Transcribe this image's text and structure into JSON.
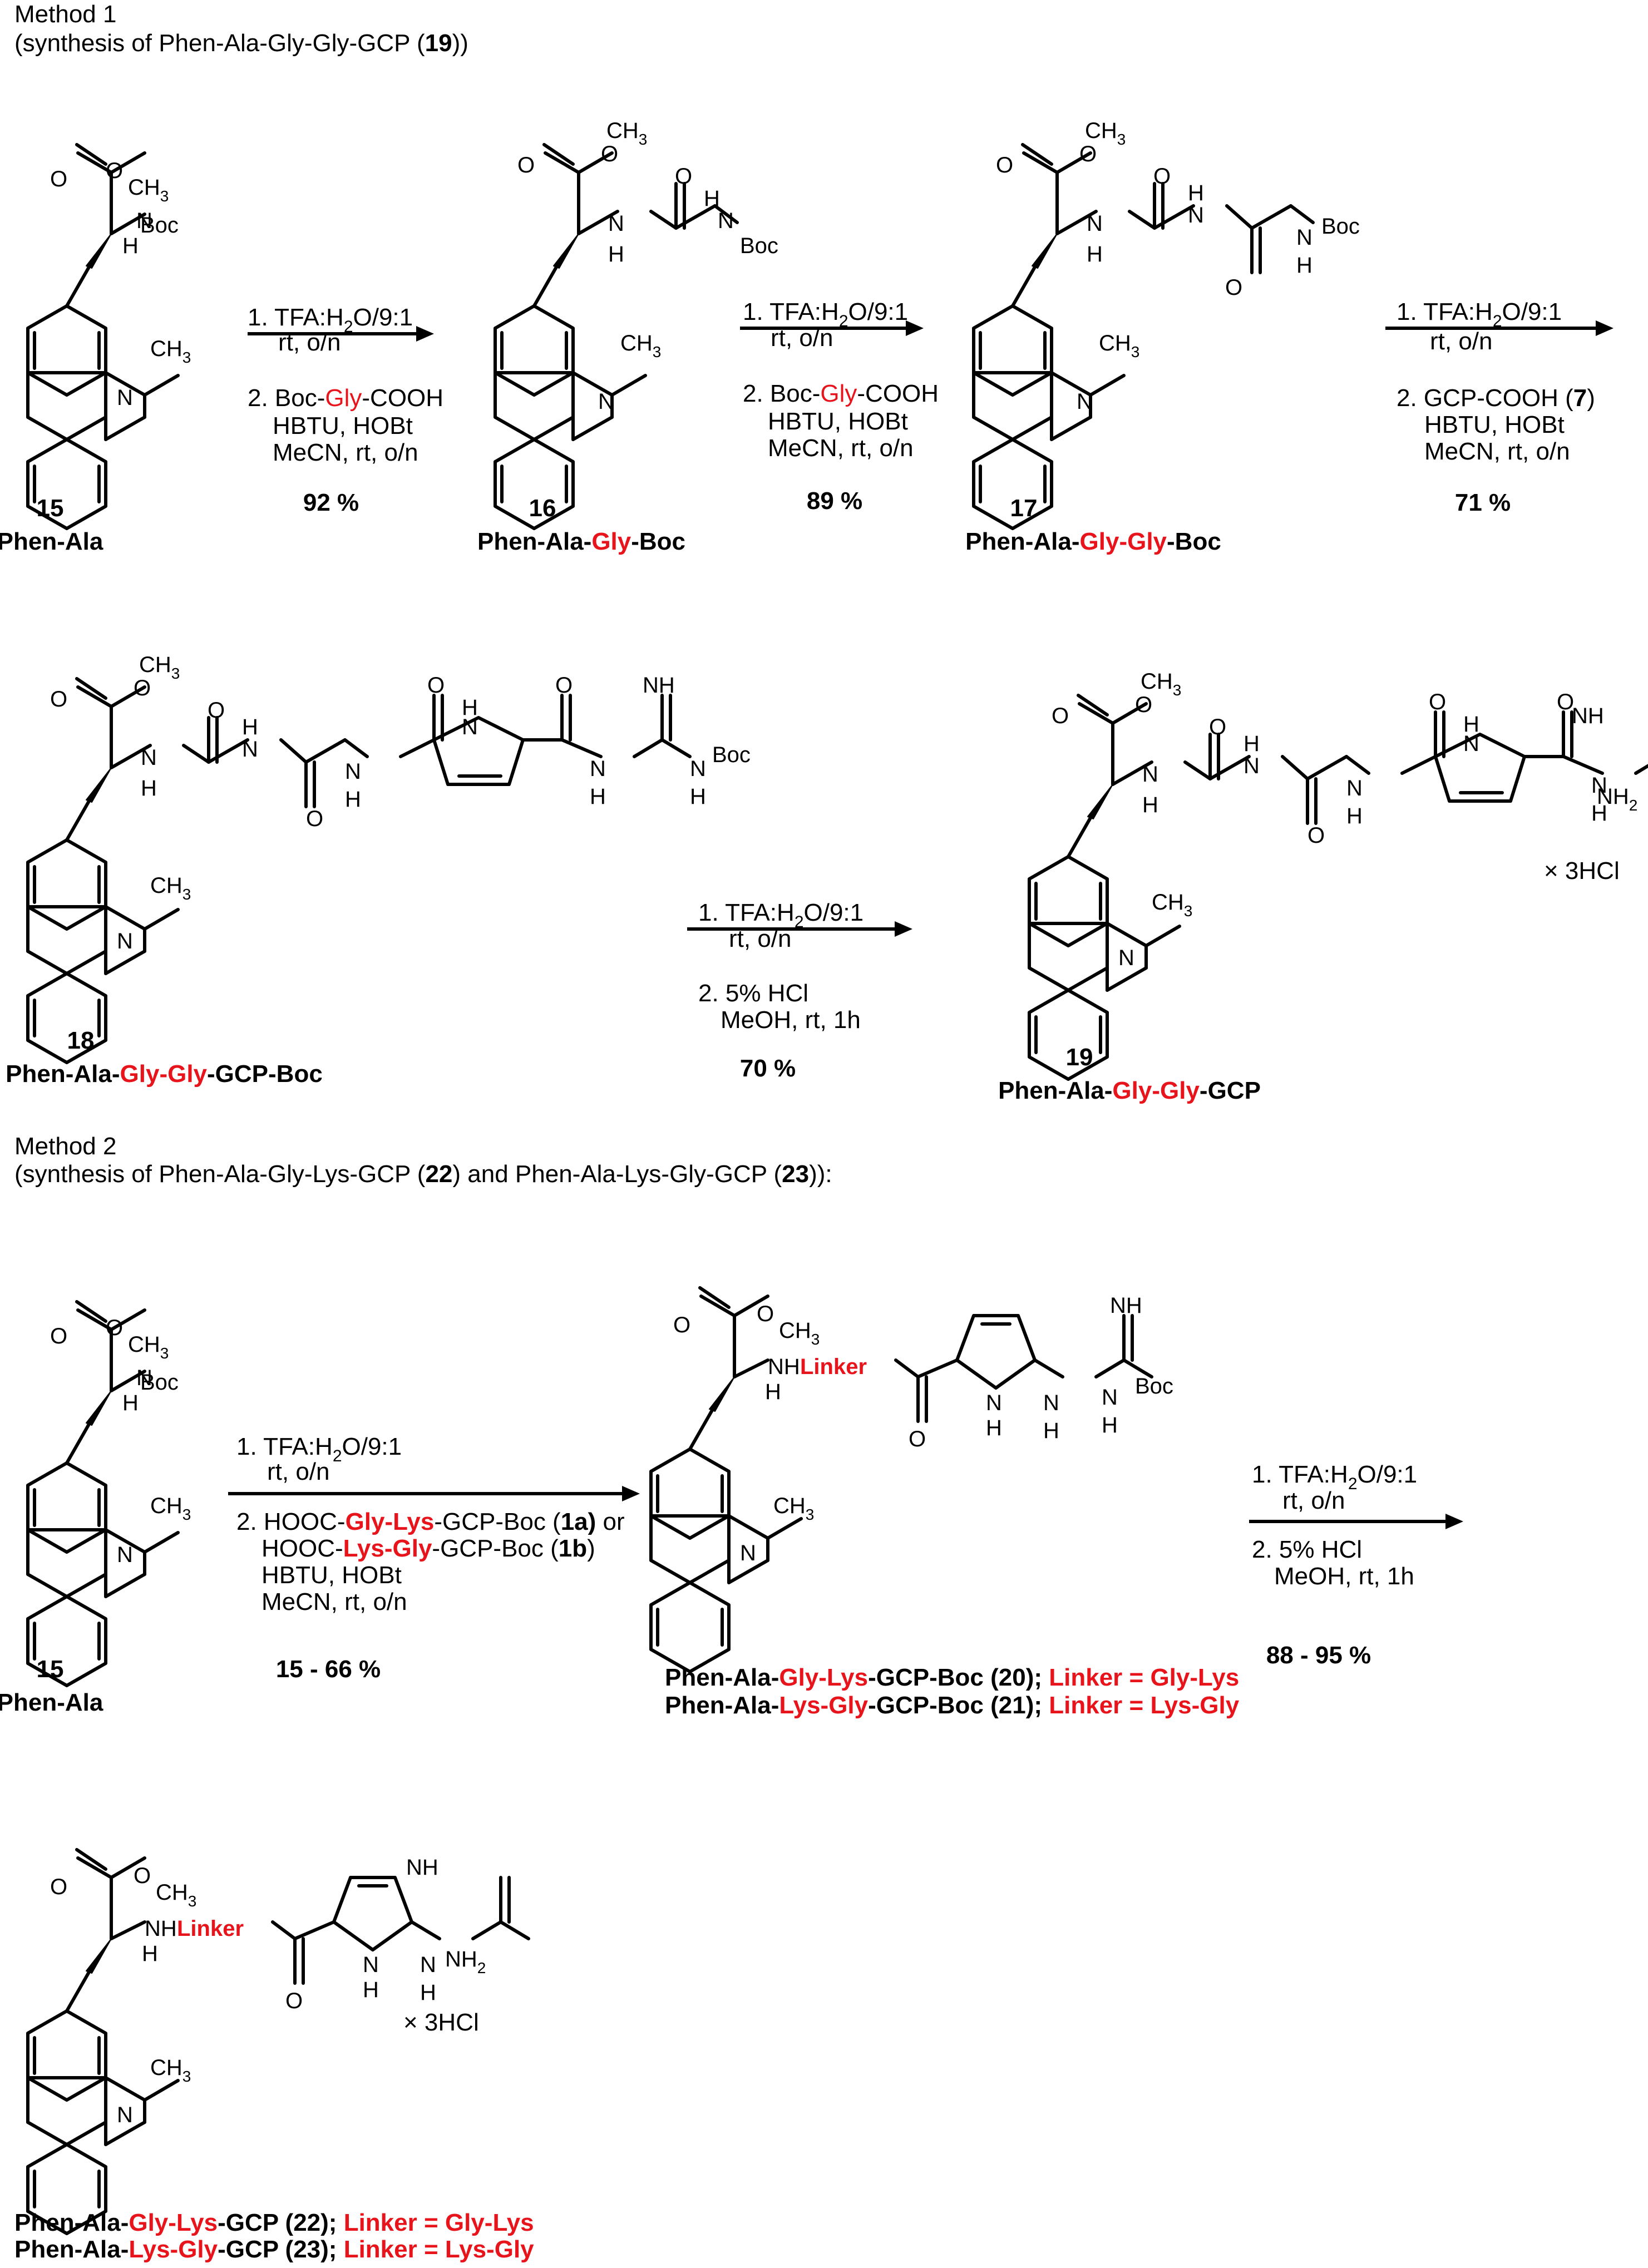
{
  "method1": {
    "title": "Method 1",
    "subtitle_pre": "(synthesis of Phen-Ala-Gly-Gly-GCP (",
    "subtitle_num": "19",
    "subtitle_post": "))",
    "compounds": {
      "c15": {
        "number": "15",
        "name": "Phen-Ala"
      },
      "c16": {
        "number": "16",
        "name_pre": "Phen-Ala-",
        "name_red": "Gly",
        "name_post": "-Boc"
      },
      "c17": {
        "number": "17",
        "name_pre": "Phen-Ala-",
        "name_red": "Gly-Gly",
        "name_post": "-Boc"
      },
      "c18": {
        "number": "18",
        "name_pre": "Phen-Ala-",
        "name_red": "Gly-Gly",
        "name_post": "-GCP-Boc"
      },
      "c19": {
        "number": "19",
        "name_pre": "Phen-Ala-",
        "name_red": "Gly-Gly",
        "name_post": "-GCP"
      }
    },
    "step1": {
      "line1": "1. TFA:H",
      "sub": "2",
      "line1b": "O/9:1",
      "line2": "rt, o/n",
      "line3_pre": "2. Boc-",
      "line3_red": "Gly",
      "line3_post": "-COOH",
      "line4": "HBTU, HOBt",
      "line5": "MeCN, rt, o/n",
      "yield": "92 %"
    },
    "step2": {
      "line1": "1. TFA:H",
      "sub": "2",
      "line1b": "O/9:1",
      "line2": "rt, o/n",
      "line3_pre": "2. Boc-",
      "line3_red": "Gly",
      "line3_post": "-COOH",
      "line4": "HBTU, HOBt",
      "line5": "MeCN, rt, o/n",
      "yield": "89 %"
    },
    "step3": {
      "line1": "1. TFA:H",
      "sub": "2",
      "line1b": "O/9:1",
      "line2": "rt, o/n",
      "line3_pre": "2. GCP-COOH (",
      "line3_num": "7",
      "line3_post": ")",
      "line4": "HBTU, HOBt",
      "line5": "MeCN, rt, o/n",
      "yield": "71 %"
    },
    "step4": {
      "line1": "1. TFA:H",
      "sub": "2",
      "line1b": "O/9:1",
      "line2": "rt, o/n",
      "line3": "2. 5% HCl",
      "line4": "MeOH, rt, 1h",
      "yield": "70 %"
    },
    "salt": "× 3HCl"
  },
  "method2": {
    "title": "Method 2",
    "subtitle_pre": "(synthesis of Phen-Ala-Gly-Lys-GCP (",
    "subtitle_num1": "22",
    "subtitle_mid": ") and Phen-Ala-Lys-Gly-GCP (",
    "subtitle_num2": "23",
    "subtitle_post": ")):",
    "c15": {
      "number": "15",
      "name": "Phen-Ala"
    },
    "step1": {
      "line1": "1. TFA:H",
      "sub": "2",
      "line1b": "O/9:1",
      "line2": "rt, o/n",
      "line3_pre": "2. HOOC-",
      "line3_red": "Gly-Lys",
      "line3_mid": "-GCP-Boc (",
      "line3_num": "1a)",
      "line3_post": " or",
      "line4_pre": "HOOC-",
      "line4_red": "Lys-Gly",
      "line4_mid": "-GCP-Boc (",
      "line4_num": "1b",
      "line4_post": ")",
      "line5": "HBTU, HOBt",
      "line6": "MeCN, rt, o/n",
      "yield": "15 - 66 %"
    },
    "step2": {
      "line1": "1. TFA:H",
      "sub": "2",
      "line1b": "O/9:1",
      "line2": "rt, o/n",
      "line3": "2. 5% HCl",
      "line4": "MeOH, rt, 1h",
      "yield": "88 - 95 %"
    },
    "intermediates": [
      {
        "pre": "Phen-Ala-",
        "red": "Gly-Lys",
        "post": "-GCP-Boc (20); ",
        "linker": "Linker = Gly-Lys"
      },
      {
        "pre": "Phen-Ala-",
        "red": "Lys-Gly",
        "post": "-GCP-Boc (21); ",
        "linker": "Linker = Lys-Gly"
      }
    ],
    "products": [
      {
        "pre": "Phen-Ala-",
        "red": "Gly-Lys",
        "post": "-GCP (22); ",
        "linker": "Linker = Gly-Lys"
      },
      {
        "pre": "Phen-Ala-",
        "red": "Lys-Gly",
        "post": "-GCP (23); ",
        "linker": "Linker = Lys-Gly"
      }
    ],
    "linker_label": "Linker",
    "salt": "× 3HCl"
  },
  "atoms": {
    "O": "O",
    "CH3": "CH",
    "three": "3",
    "N": "N",
    "H": "H",
    "Boc": "Boc",
    "NH": "NH",
    "NH2": "NH",
    "two": "2"
  }
}
